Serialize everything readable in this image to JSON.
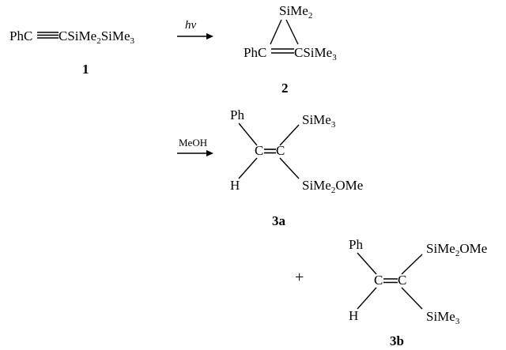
{
  "compound1": {
    "left": "PhC",
    "right": "CSiMe",
    "sub1": "2",
    "right2": "SiMe",
    "sub2": "3",
    "label": "1"
  },
  "step1": {
    "reagent": "hν"
  },
  "compound2": {
    "top": "SiMe",
    "top_sub": "2",
    "left": "PhC",
    "right": "CSiMe",
    "right_sub": "3",
    "label": "2"
  },
  "step2": {
    "reagent": "MeOH"
  },
  "compound3a": {
    "ph": "Ph",
    "c1": "C",
    "c2": "C",
    "h": "H",
    "top_right": "SiMe",
    "top_right_sub": "3",
    "bottom_right": "SiMe",
    "bottom_right_sub": "2",
    "bottom_right_tail": "OMe",
    "label": "3a"
  },
  "plus": "+",
  "compound3b": {
    "ph": "Ph",
    "c1": "C",
    "c2": "C",
    "h": "H",
    "top_right": "SiMe",
    "top_right_sub": "2",
    "top_right_tail": "OMe",
    "bottom_right": "SiMe",
    "bottom_right_sub": "3",
    "label": "3b"
  }
}
